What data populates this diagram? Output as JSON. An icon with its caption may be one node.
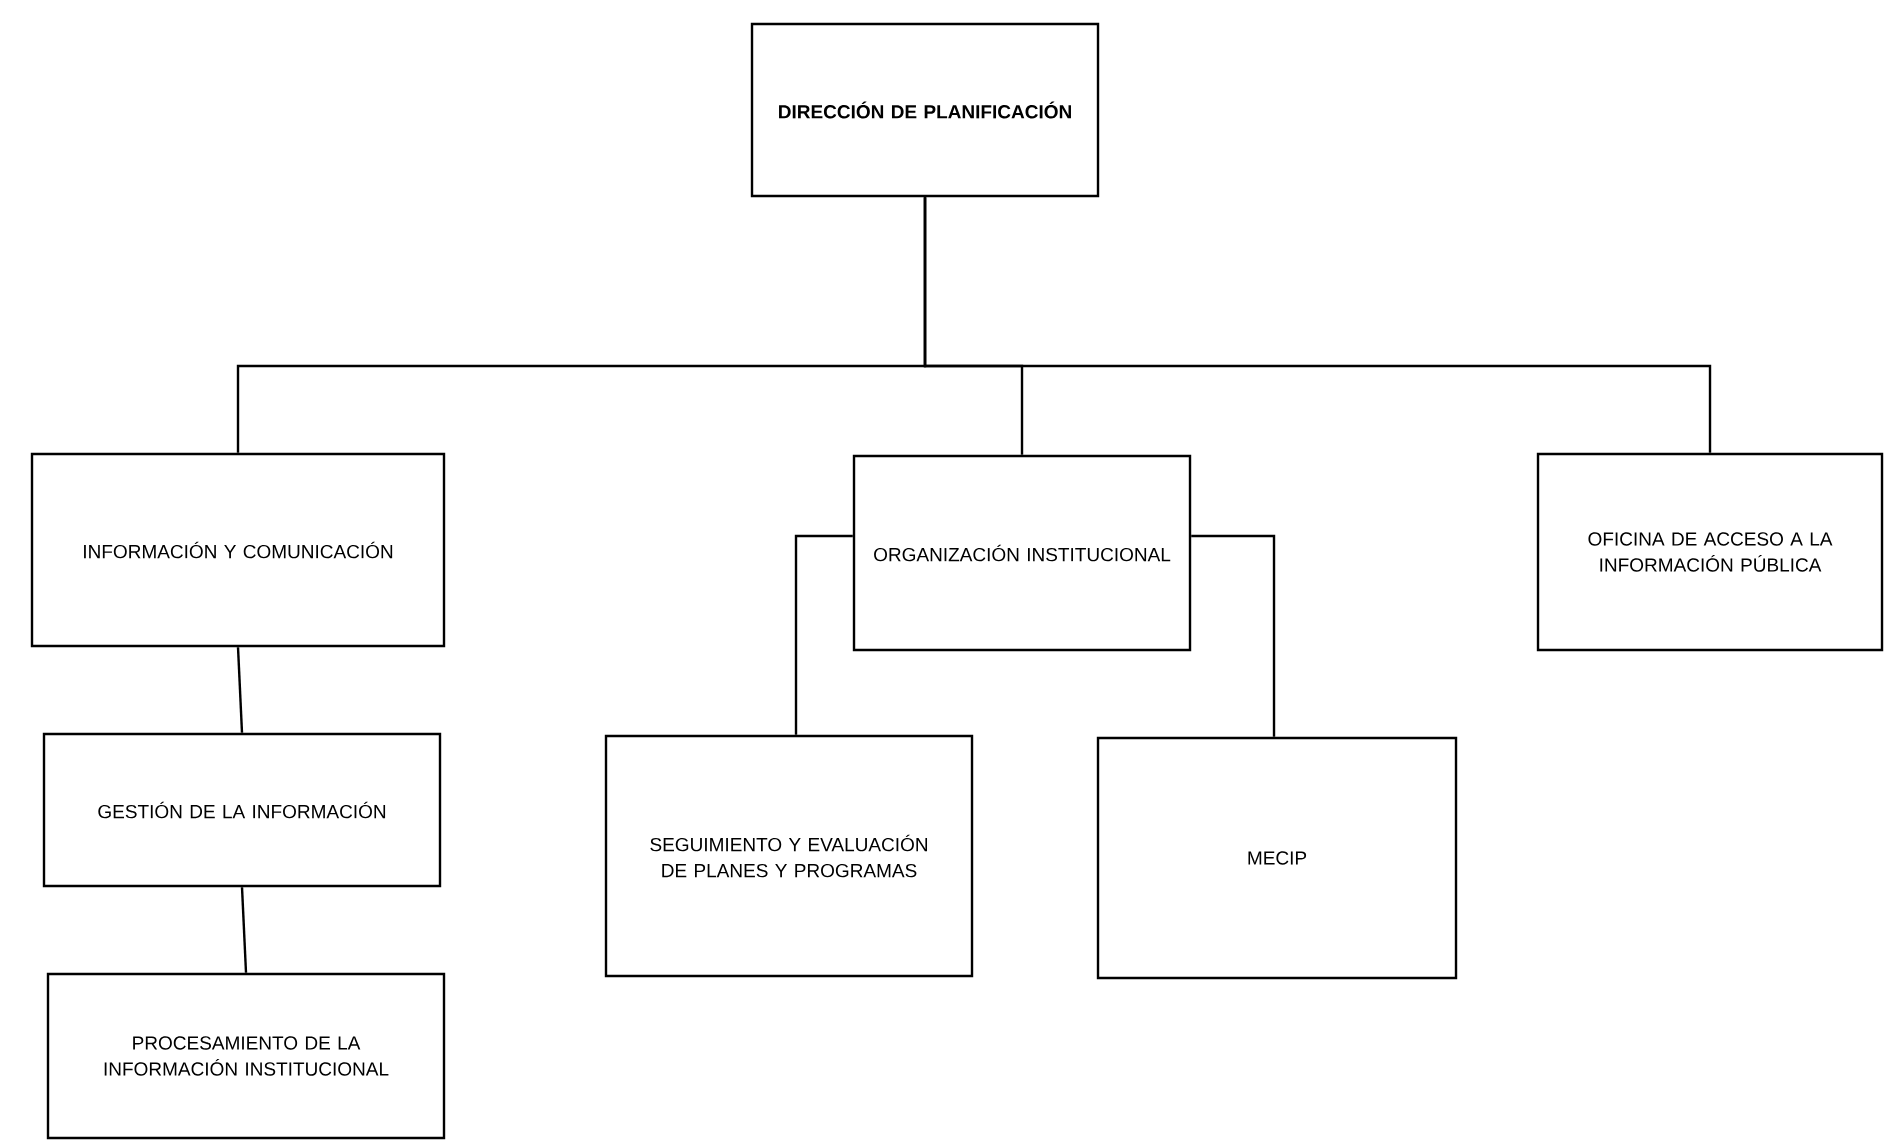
{
  "diagram": {
    "nodes": [
      {
        "text": [
          "DIRECCIÓN DE PLANIFICACIÓN"
        ]
      },
      {
        "text": [
          "INFORMACIÓN Y COMUNICACIÓN"
        ]
      },
      {
        "text": [
          "ORGANIZACIÓN INSTITUCIONAL"
        ]
      },
      {
        "text": [
          "OFICINA DE ACCESO A LA INFORMACIÓN PÚBLICA"
        ]
      },
      {
        "text": [
          "GESTIÓN DE LA INFORMACIÓN"
        ]
      },
      {
        "text": [
          "PROCESAMIENTO DE LA INFORMACIÓN INSTITUCIONAL"
        ]
      },
      {
        "text": [
          "SEGUIMIENTO Y EVALUACIÓN DE PLANES Y PROGRAMAS"
        ]
      },
      {
        "text": [
          "MECIP"
        ]
      }
    ],
    "edges": [
      {
        "from": 0,
        "to": 1,
        "arrow": "none"
      },
      {
        "from": 0,
        "to": 2,
        "arrow": "none"
      },
      {
        "from": 0,
        "to": 3,
        "arrow": "none"
      },
      {
        "from": 1,
        "to": 4,
        "arrow": "none"
      },
      {
        "from": 4,
        "to": 5,
        "arrow": "none"
      },
      {
        "from": 2,
        "to": 6,
        "arrow": "none"
      },
      {
        "from": 2,
        "to": 7,
        "arrow": "none"
      }
    ]
  }
}
